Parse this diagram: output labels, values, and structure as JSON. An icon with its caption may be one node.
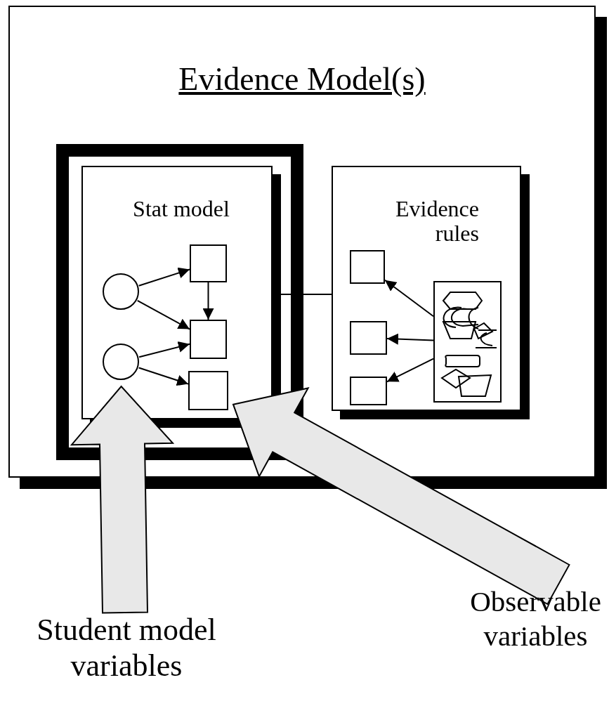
{
  "diagram": {
    "nodes": [
      {
        "text": [
          "Evidence Model(s)"
        ]
      },
      {
        "text": [],
        "shape": "box",
        "in": 0
      },
      {
        "text": [
          "Stat model"
        ],
        "in": 1
      },
      {
        "text": [],
        "shape": "circle",
        "in": 2
      },
      {
        "text": [],
        "shape": "circle",
        "in": 2
      },
      {
        "text": [],
        "shape": "box",
        "in": 2
      },
      {
        "text": [],
        "shape": "box",
        "in": 2
      },
      {
        "text": [],
        "shape": "box",
        "in": 2
      },
      {
        "text": [
          "Evidence rules"
        ],
        "in": 0
      },
      {
        "text": [],
        "shape": "box",
        "in": 8
      },
      {
        "text": [],
        "shape": "box",
        "in": 8
      },
      {
        "text": [],
        "shape": "box",
        "in": 8
      },
      {
        "text": [],
        "shape": "box",
        "in": 8
      },
      {
        "text": [
          "Student model variables"
        ]
      },
      {
        "text": [
          "Observable variables"
        ]
      }
    ],
    "edges": [
      {
        "from": 3,
        "to": 5,
        "arrow": "to"
      },
      {
        "from": 3,
        "to": 6,
        "arrow": "to"
      },
      {
        "from": 5,
        "to": 6,
        "arrow": "to"
      },
      {
        "from": 4,
        "to": 6,
        "arrow": "to"
      },
      {
        "from": 4,
        "to": 7,
        "arrow": "to"
      },
      {
        "from": 12,
        "to": 9,
        "arrow": "to"
      },
      {
        "from": 12,
        "to": 10,
        "arrow": "to"
      },
      {
        "from": 12,
        "to": 11,
        "arrow": "to"
      },
      {
        "from": 2,
        "to": 8,
        "arrow": "none"
      },
      {
        "from": 13,
        "to": 4,
        "arrow": "to",
        "style": "thick",
        "color": "#e8e8e8"
      },
      {
        "from": 14,
        "to": 7,
        "arrow": "to",
        "style": "thick",
        "color": "#e8e8e8"
      }
    ]
  }
}
